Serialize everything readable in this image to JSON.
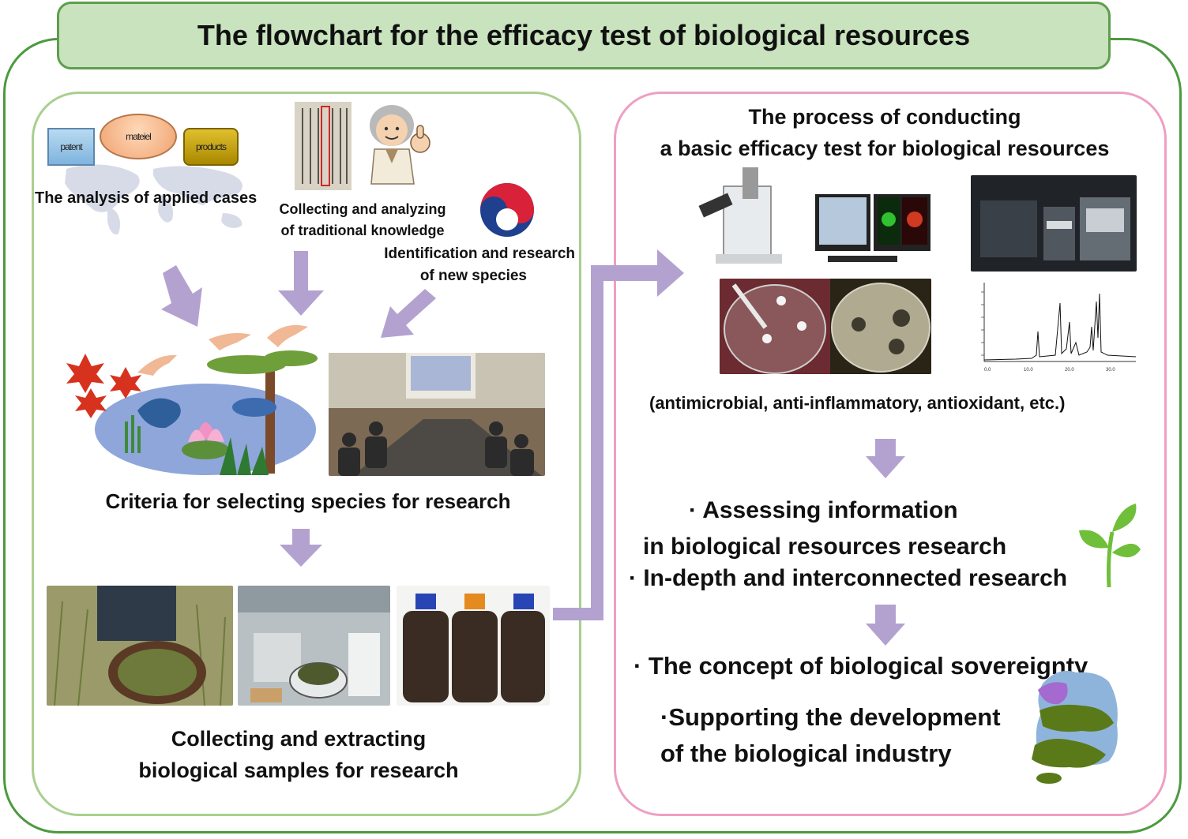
{
  "title": "The flowchart for the efficacy test of biological resources",
  "left": {
    "badges": {
      "patent": "patent",
      "material": "mateiel",
      "products": "products"
    },
    "applied_cases": "The analysis of applied cases",
    "traditional": [
      "Collecting and analyzing",
      "of traditional knowledge"
    ],
    "new_species": [
      "Identification and research",
      "of new species"
    ],
    "criteria": "Criteria for selecting species for research",
    "collecting": [
      "Collecting and extracting",
      "biological samples for research"
    ]
  },
  "right": {
    "process": [
      "The process of conducting",
      "a basic efficacy test for biological resources"
    ],
    "tests": "(antimicrobial, anti-inflammatory, antioxidant, etc.)",
    "assessing": [
      "· Assessing information",
      "in biological resources research"
    ],
    "indepth": "· In-depth and interconnected research",
    "sovereignty": "· The concept of biological sovereignty",
    "supporting": [
      "·Supporting the development",
      "of the biological industry"
    ]
  },
  "colors": {
    "arrow": "#b3a2cf",
    "outer": "#4c9a3f",
    "title_bg": "#c8e3bd",
    "left_border": "#a9cf8f",
    "right_border": "#ee9fc3"
  },
  "icons": [
    "world-map-icon",
    "ancient-document-icon",
    "grandmother-thumbs-up-icon",
    "korea-emblem-icon",
    "pond-ecosystem-icon",
    "microscope-icon",
    "hplc-instrument-icon",
    "chromatogram-icon",
    "petri-dish-icon",
    "sprout-icon",
    "korea-map-icon"
  ]
}
